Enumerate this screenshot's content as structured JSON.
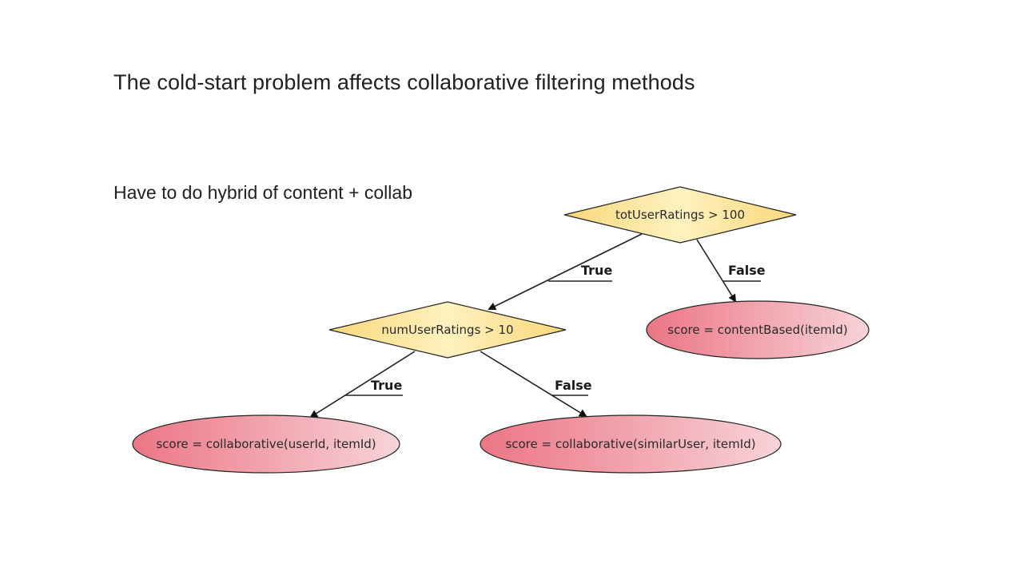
{
  "slide": {
    "title": "The cold-start problem affects collaborative filtering methods",
    "subtitle": "Have to do hybrid of content + collab"
  },
  "diagram": {
    "decisions": {
      "root": "totUserRatings > 100",
      "inner": "numUserRatings > 10"
    },
    "outcomes": {
      "content_based": "score = contentBased(itemId)",
      "collab_user": "score = collaborative(userId, itemId)",
      "collab_similar": "score = collaborative(similarUser, itemId)"
    },
    "edges": {
      "root_true": "True",
      "root_false": "False",
      "inner_true": "True",
      "inner_false": "False"
    },
    "colors": {
      "decision_light": "#fff4c4",
      "decision_dark": "#f8d77a",
      "outcome_dark": "#ec7685",
      "outcome_light": "#f7d3d8",
      "stroke": "#222222"
    }
  }
}
